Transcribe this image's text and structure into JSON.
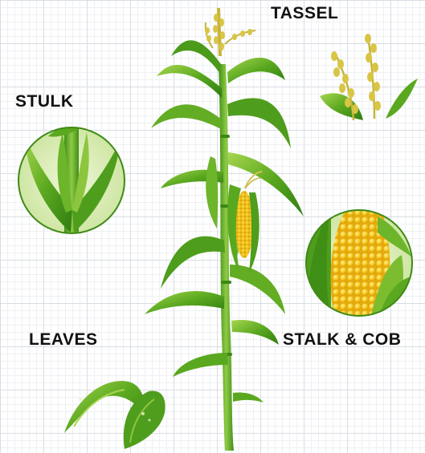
{
  "labels": {
    "tassel": "TASSEL",
    "stulk": "STULK",
    "leaves": "LEAVES",
    "stalk_cob": "STALK & COB"
  },
  "colors": {
    "leaf_dark": "#2f7d12",
    "leaf_mid": "#5aa81f",
    "leaf_light": "#9fd24a",
    "kernel": "#f6c81a",
    "tassel": "#d9c64a",
    "grid": "#d9dde3"
  }
}
